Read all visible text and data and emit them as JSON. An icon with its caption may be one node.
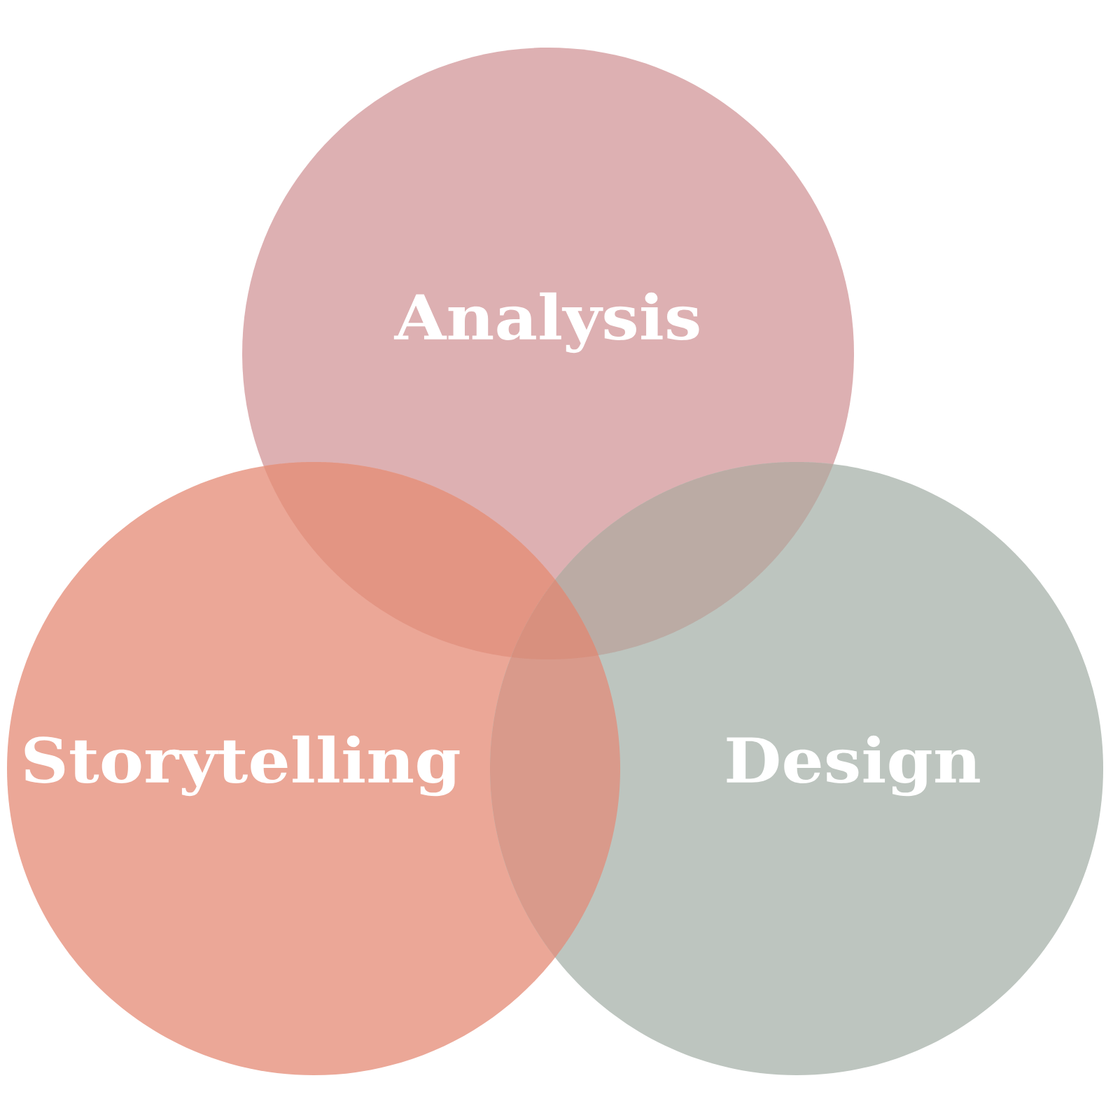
{
  "diagram": {
    "nodes": [
      {
        "text": [
          "Analysis"
        ]
      },
      {
        "text": [
          "Storytelling"
        ]
      },
      {
        "text": [
          "Design"
        ]
      }
    ]
  }
}
